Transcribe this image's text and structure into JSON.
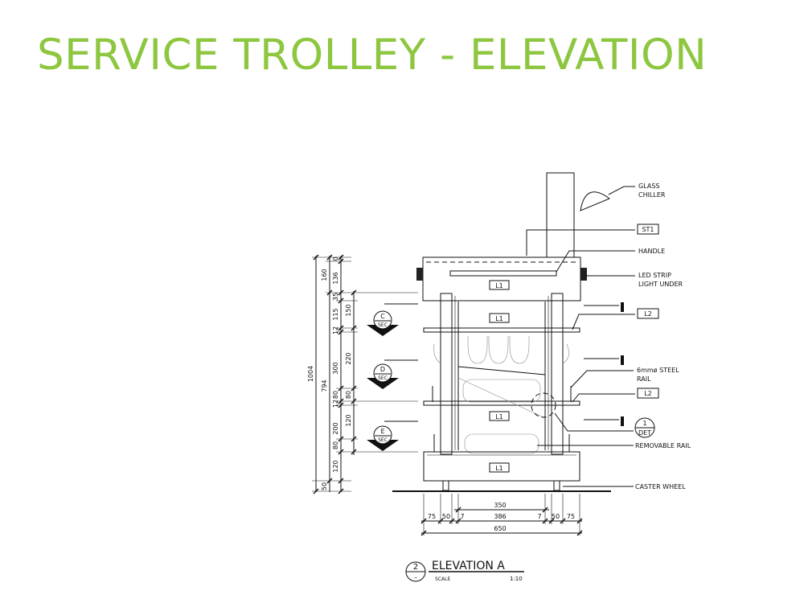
{
  "title": "SERVICE TROLLEY - ELEVATION",
  "callouts": {
    "glass_chiller": [
      "GLASS",
      "CHILLER"
    ],
    "st1": "ST1",
    "handle": "HANDLE",
    "led_strip": [
      "LED STRIP",
      "LIGHT UNDER"
    ],
    "l2_upper": "L2",
    "steel_rail": [
      "6mmø STEEL",
      "RAIL"
    ],
    "l2_lower": "L2",
    "removable_rail": "REMOVABLE RAIL",
    "caster_wheel": "CASTER WHEEL"
  },
  "panel_tags": [
    "L1",
    "L1",
    "L1",
    "L1"
  ],
  "detail_marker": {
    "number": "1",
    "ref": "DET"
  },
  "section_markers": [
    {
      "letter": "C",
      "ref": "SEC"
    },
    {
      "letter": "D",
      "ref": "SEC"
    },
    {
      "letter": "E",
      "ref": "SEC"
    }
  ],
  "vertical_dims": {
    "overall": "1004",
    "body": "794",
    "top": "160",
    "inner": [
      "0",
      "136",
      "35",
      "115",
      "12",
      "300",
      "80",
      "12",
      "200",
      "80",
      "120",
      "50"
    ],
    "outer": [
      "150",
      "220",
      "80",
      "120"
    ]
  },
  "horizontal_dims": {
    "row1": "350",
    "row2": [
      "75",
      "50",
      "7",
      "386",
      "7",
      "50",
      "75"
    ],
    "overall": "650"
  },
  "view_label": {
    "number": "2",
    "sheet": "–",
    "title": "ELEVATION A",
    "scale_label": "SCALE",
    "scale_value": "1:10"
  }
}
